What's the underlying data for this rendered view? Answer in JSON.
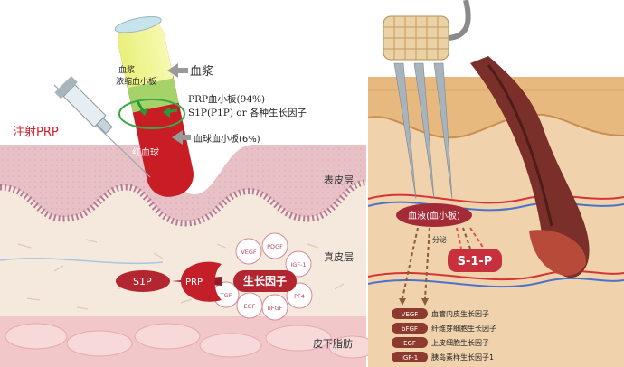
{
  "left": {
    "inject_label": "注射PRP",
    "plasma_small": "血浆",
    "concentrated_label": "浓缩血小板",
    "plasma_label": "血浆",
    "prp_platelet_label": "PRP血小板(94%)",
    "s1p_growth_label": "S1P(P1P)  or  各种生长因子",
    "rbc_platelet_label": "血球血小板(6%)",
    "rbc_label": "红血球",
    "layer_epidermis": "表皮层",
    "layer_dermis": "真皮层",
    "layer_subcutis": "皮下脂肪",
    "s1p_pill": "S1P",
    "prp_drop": "PRP",
    "growth_pill": "生长因子",
    "factors": [
      "VEGF",
      "PDGF",
      "IGF-1",
      "PF4",
      "bFGF",
      "EGF",
      "TGF"
    ]
  },
  "right": {
    "blood_label": "血液(血小板)",
    "secrete_label": "分泌",
    "s1p_box": "S-1-P",
    "legend": [
      {
        "abbr": "VEGF",
        "text": "血管内皮生长因子"
      },
      {
        "abbr": "bFGF",
        "text": "纤维芽细胞生长因子"
      },
      {
        "abbr": "EGF",
        "text": "上皮细胞生长因子"
      },
      {
        "abbr": "IGF-1",
        "text": "胰岛素样生长因子1"
      }
    ]
  }
}
